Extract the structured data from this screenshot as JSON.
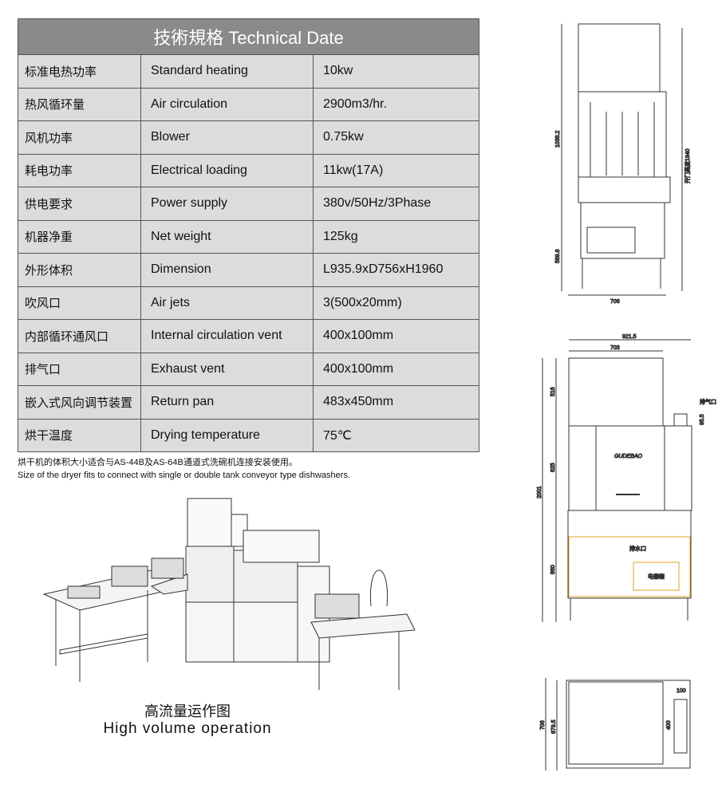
{
  "table": {
    "title": "技術規格 Technical Date",
    "rows": [
      {
        "cn": "标准电热功率",
        "en": "Standard  heating",
        "value": "10kw"
      },
      {
        "cn": "热风循环量",
        "en": "Air  circulation",
        "value": "2900m3/hr."
      },
      {
        "cn": "风机功率",
        "en": "Blower",
        "value": "0.75kw"
      },
      {
        "cn": "耗电功率",
        "en": "Electrical loading",
        "value": "11kw(17A)"
      },
      {
        "cn": "供电要求",
        "en": "Power supply",
        "value": "380v/50Hz/3Phase"
      },
      {
        "cn": "机器净重",
        "en": "Net weight",
        "value": "125kg"
      },
      {
        "cn": "外形体积",
        "en": "Dimension",
        "value": "L935.9xD756xH1960"
      },
      {
        "cn": "吹风口",
        "en": "Air jets",
        "value": "3(500x20mm)"
      },
      {
        "cn": "内部循环通风口",
        "en": "Internal circulation vent",
        "value": "400x100mm"
      },
      {
        "cn": "排气口",
        "en": "Exhaust vent",
        "value": "400x100mm"
      },
      {
        "cn": "嵌入式风向调节装置",
        "en": "Return pan",
        "value": "483x450mm"
      },
      {
        "cn": "烘干温度",
        "en": "Drying temperature",
        "value": "75℃"
      }
    ]
  },
  "notes": {
    "cn": "烘干机的体积大小适合与AS-44B及AS-64B通道式洗碗机连接安装使用。",
    "en": "Size of the dryer fits to connect with single or double tank conveyor type dishwashers."
  },
  "illustration": {
    "caption_cn": "高流量运作图",
    "caption_en": "High volume  operation"
  },
  "drawings": {
    "side": {
      "h1": "1038.2",
      "h2": "589.8",
      "w": "706",
      "door": "开门高度1940"
    },
    "front": {
      "w_total": "921.5",
      "w_top": "703",
      "h_top": "516",
      "h_mid": "625",
      "h_total": "2001",
      "h_low": "860",
      "h_vent": "95.5",
      "exhaust_label": "排气口",
      "drain_label": "排水口",
      "box_label": "电器箱",
      "brand": "GUDEBAO"
    },
    "top": {
      "d1": "706",
      "d2": "679.5",
      "w_slot": "100",
      "h_slot": "400"
    }
  }
}
